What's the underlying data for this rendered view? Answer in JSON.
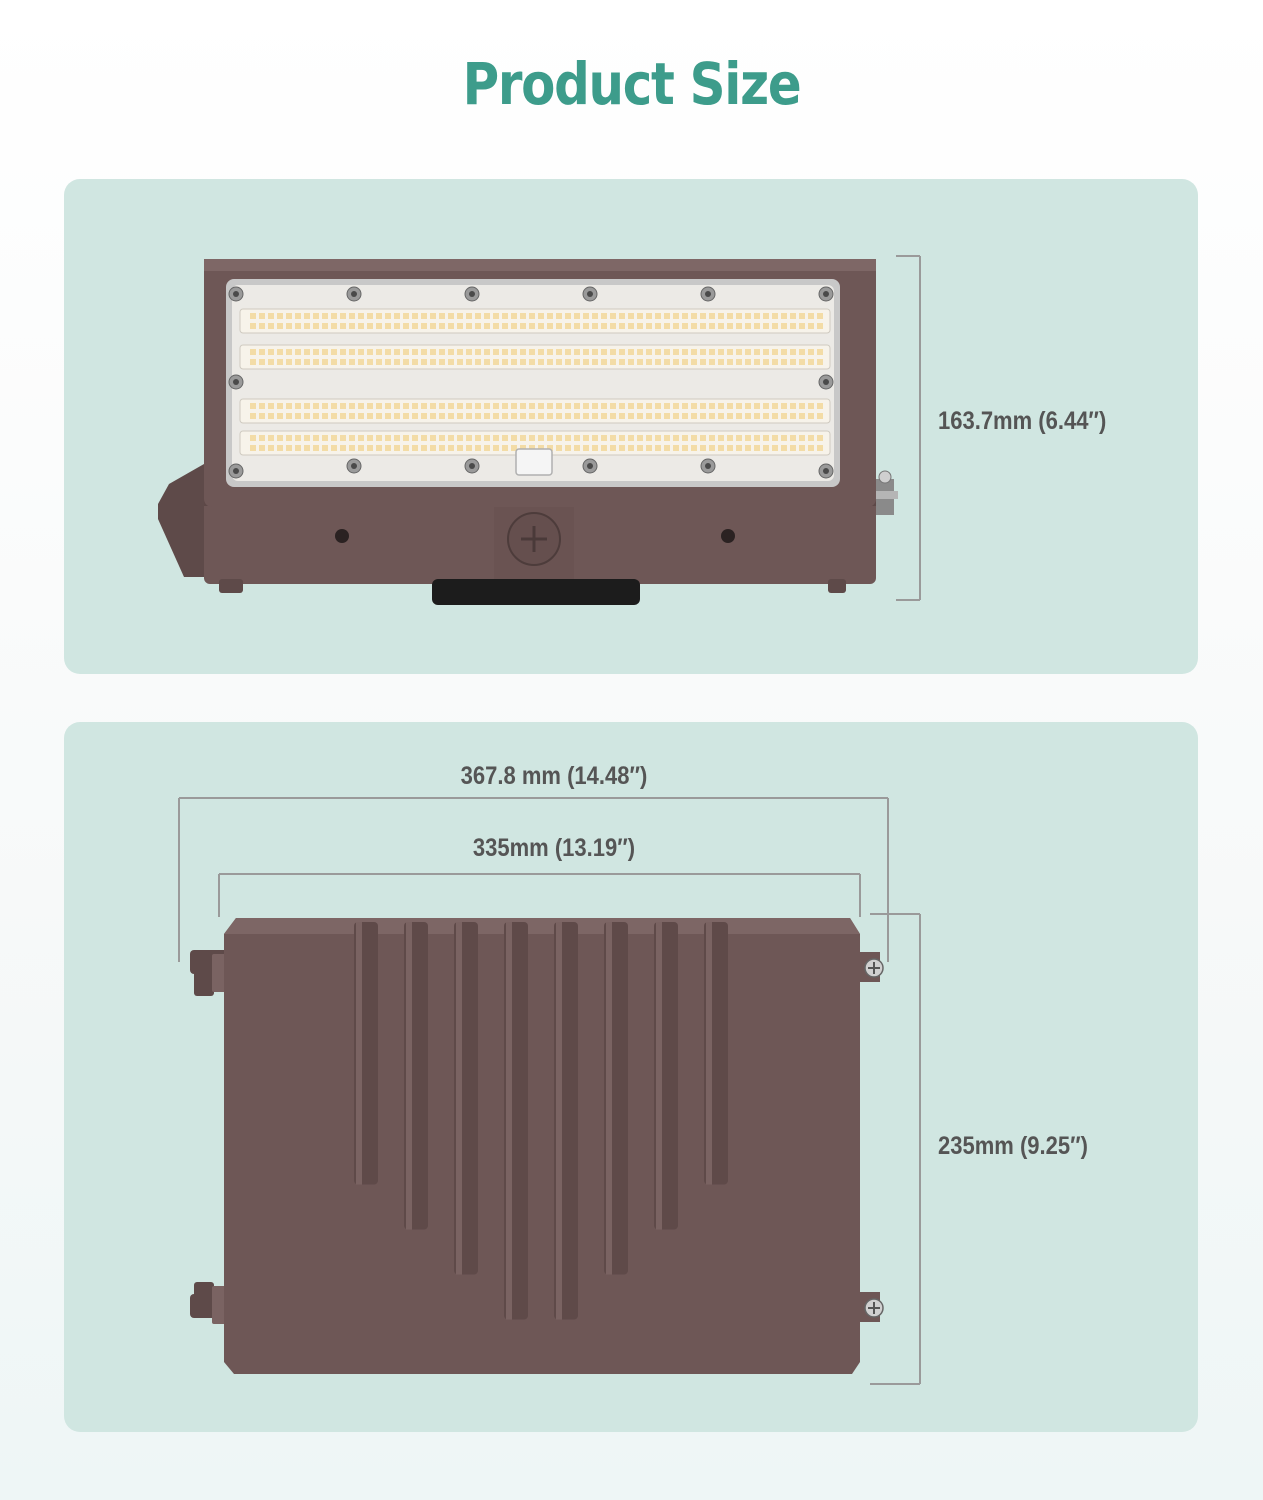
{
  "page_title": "Product Size",
  "colors": {
    "title": "#3d9c8b",
    "panel": "#d0e6e1",
    "housing": "#6e5756",
    "dimension_line": "#9a9a9a",
    "dimension_text": "#555555",
    "led": "#f3dca6"
  },
  "front_view": {
    "height_label": "163.7mm (6.44″)"
  },
  "back_view": {
    "overall_width_label": "367.8 mm (14.48″)",
    "body_width_label": "335mm (13.19″)",
    "height_label": "235mm (9.25″)"
  }
}
